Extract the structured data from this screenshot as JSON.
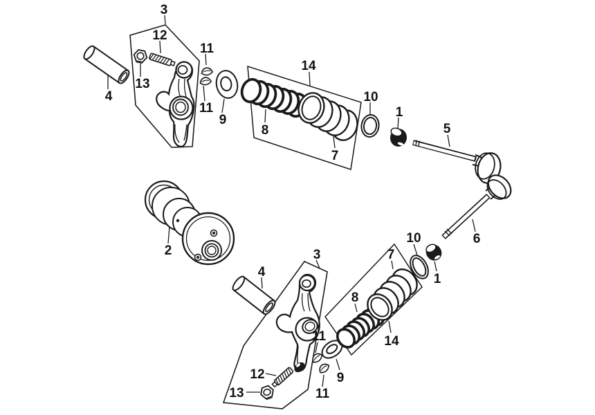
{
  "diagram": {
    "kind": "exploded-parts-diagram",
    "subject": "camshaft-and-valve-train",
    "background_color": "#ffffff",
    "line_color": "#1a1a1a",
    "callouts": {
      "top_assembly": "3",
      "top_screw": "12",
      "top_nut": "13",
      "top_shaft": "4",
      "top_cotter_upper": "11",
      "top_cotter_lower": "11",
      "top_washer": "9",
      "top_spring_set": "14",
      "top_spring_inner": "8",
      "top_spring_outer": "7",
      "top_spring_seat": "10",
      "top_stem_seal": "1",
      "valve_upper": "5",
      "valve_lower": "6",
      "camshaft": "2",
      "bottom_assembly": "3",
      "bottom_shaft": "4",
      "bottom_screw": "12",
      "bottom_nut": "13",
      "bottom_cotter_upper": "11",
      "bottom_cotter_lower": "11",
      "bottom_washer": "9",
      "bottom_spring_inner": "8",
      "bottom_spring_outer": "7",
      "bottom_spring_set": "14",
      "bottom_spring_seat": "10",
      "bottom_stem_seal": "1"
    }
  }
}
